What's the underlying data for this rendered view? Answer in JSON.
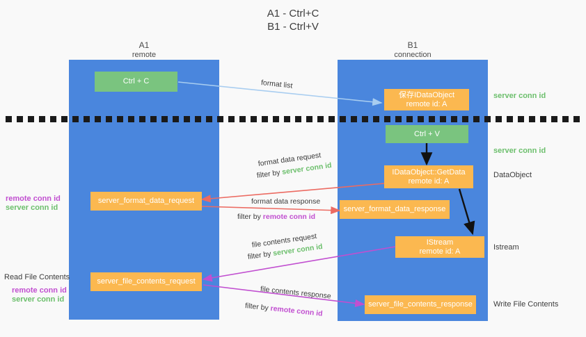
{
  "title": {
    "line1": "A1 - Ctrl+C",
    "line2": "B1 - Ctrl+V"
  },
  "lanes": [
    {
      "id": "a1",
      "name": "A1",
      "sub": "remote"
    },
    {
      "id": "b1",
      "name": "B1",
      "sub": "connection"
    }
  ],
  "boxes": {
    "ctrl_c": {
      "line1": "Ctrl + C",
      "line2": ""
    },
    "ctrl_v": {
      "line1": "Ctrl + V",
      "line2": ""
    },
    "idataobject_store": {
      "line1": "保存IDataObject",
      "line2": "remote id: A"
    },
    "idataobject_getdata": {
      "line1": "IDataObject::GetData",
      "line2": "remote id: A"
    },
    "istream": {
      "line1": "IStream",
      "line2": "remote id: A"
    },
    "format_data_request": {
      "line1": "server_format_data_request",
      "line2": ""
    },
    "format_data_response": {
      "line1": "server_format_data_response",
      "line2": ""
    },
    "file_contents_request": {
      "line1": "server_file_contents_request",
      "line2": ""
    },
    "file_contents_response": {
      "line1": "server_file_contents_response",
      "line2": ""
    }
  },
  "right_notes": {
    "server_conn_id_1": "server conn id",
    "server_conn_id_2": "server conn id",
    "dataobject": "DataObject",
    "istream": "Istream",
    "write_file_contents": "Write File Contents"
  },
  "left_notes": {
    "remote_conn_id_1": "remote conn id",
    "server_conn_id_1": "server conn id",
    "read_file_contents": "Read File Contents",
    "remote_conn_id_2": "remote conn id",
    "server_conn_id_2": "server conn id"
  },
  "edges": {
    "format_list": {
      "text": "format list"
    },
    "format_data_request": {
      "text": "format data request"
    },
    "format_data_request_filter": {
      "prefix": "filter by ",
      "highlight": "server conn id"
    },
    "format_data_response": {
      "text": "format data response"
    },
    "format_data_response_filter": {
      "prefix": "filter by ",
      "highlight": "remote conn id"
    },
    "file_contents_request": {
      "text": "file contents request"
    },
    "file_contents_request_filter": {
      "prefix": "filter by ",
      "highlight": "server conn id"
    },
    "file_contents_response": {
      "text": "file contents response"
    },
    "file_contents_response_filter": {
      "prefix": "filter by ",
      "highlight": "remote conn id"
    }
  },
  "colors": {
    "lane_blue": "#4a86dd",
    "box_green": "#7ac47f",
    "box_orange": "#fbb850",
    "conn_green": "#6cbf6c",
    "conn_purple": "#c14fd0",
    "arrow_light_blue": "#a8cdf0",
    "arrow_red": "#ec6b62",
    "arrow_magenta": "#c14fd0",
    "arrow_black": "#111111",
    "background": "#f9f9f9"
  }
}
